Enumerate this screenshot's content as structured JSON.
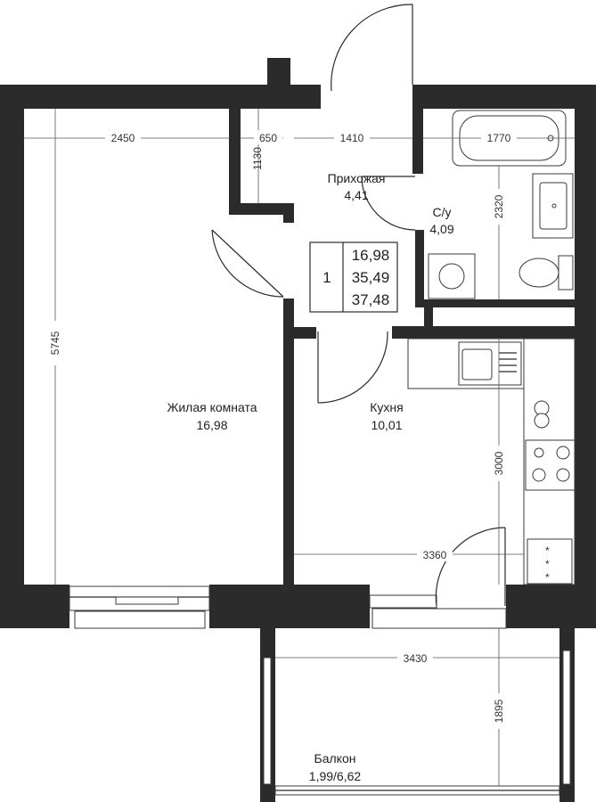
{
  "rooms": {
    "hallway": {
      "name": "Прихожая",
      "area": "4,41"
    },
    "bathroom": {
      "name": "С/у",
      "area": "4,09"
    },
    "living": {
      "name": "Жилая комната",
      "area": "16,98"
    },
    "kitchen": {
      "name": "Кухня",
      "area": "10,01"
    },
    "balcony": {
      "name": "Балкон",
      "area": "1,99/6,62"
    }
  },
  "summary": {
    "rooms_count": "1",
    "living_area": "16,98",
    "total_area": "35,49",
    "total_with_balcony": "37,48"
  },
  "dimensions": {
    "living_width": "2450",
    "niche_width": "650",
    "hall_width": "1410",
    "bath_width": "1770",
    "niche_depth": "1130",
    "bath_depth": "2320",
    "living_depth": "5745",
    "kitchen_depth": "3000",
    "kitchen_width": "3360",
    "balcony_width": "3430",
    "balcony_depth": "1895"
  },
  "colors": {
    "wall": "#2b2b2b",
    "background": "#ffffff"
  }
}
